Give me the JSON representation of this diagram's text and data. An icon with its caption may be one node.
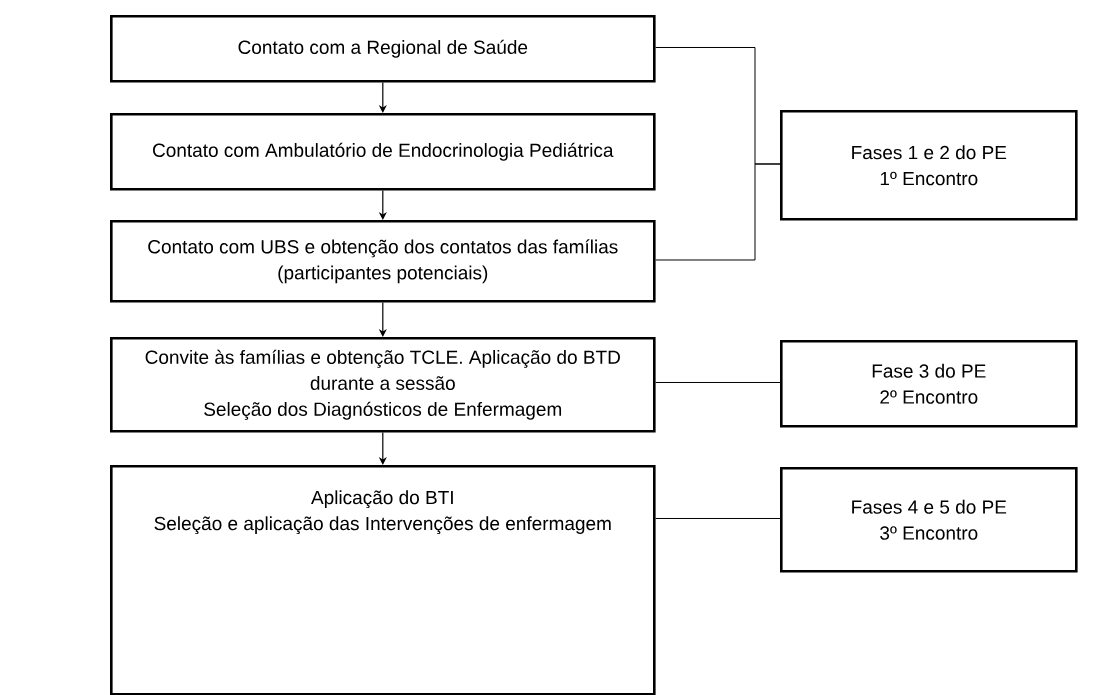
{
  "diagram": {
    "nodes": [
      {
        "text": [
          "Contato com a Regional de Saúde"
        ]
      },
      {
        "text": [
          "Contato com Ambulatório de Endocrinologia Pediátrica"
        ]
      },
      {
        "text": [
          "Contato com UBS e obtenção dos contatos das famílias (participantes potenciais)"
        ]
      },
      {
        "text": [
          "Convite às famílias e obtenção TCLE. Aplicação do BTD durante a sessão",
          "Seleção dos Diagnósticos de Enfermagem"
        ]
      },
      {
        "text": [
          "Aplicação do BTI",
          "Seleção e aplicação das Intervenções de enfermagem"
        ]
      },
      {
        "text": [
          "Fases 1 e 2 do PE",
          "1º Encontro"
        ]
      },
      {
        "text": [
          "Fase 3 do PE",
          "2º Encontro"
        ]
      },
      {
        "text": [
          "Fases 4 e 5 do PE",
          "3º Encontro"
        ]
      }
    ],
    "edges": [
      {
        "from": 0,
        "to": 1,
        "arrow": "to"
      },
      {
        "from": 1,
        "to": 2,
        "arrow": "to"
      },
      {
        "from": 2,
        "to": 3,
        "arrow": "to"
      },
      {
        "from": 3,
        "to": 4,
        "arrow": "to"
      },
      {
        "from": 0,
        "to": 5,
        "arrow": "none"
      },
      {
        "from": 2,
        "to": 5,
        "arrow": "none"
      },
      {
        "from": 3,
        "to": 6,
        "arrow": "none"
      },
      {
        "from": 4,
        "to": 7,
        "arrow": "none"
      }
    ]
  }
}
